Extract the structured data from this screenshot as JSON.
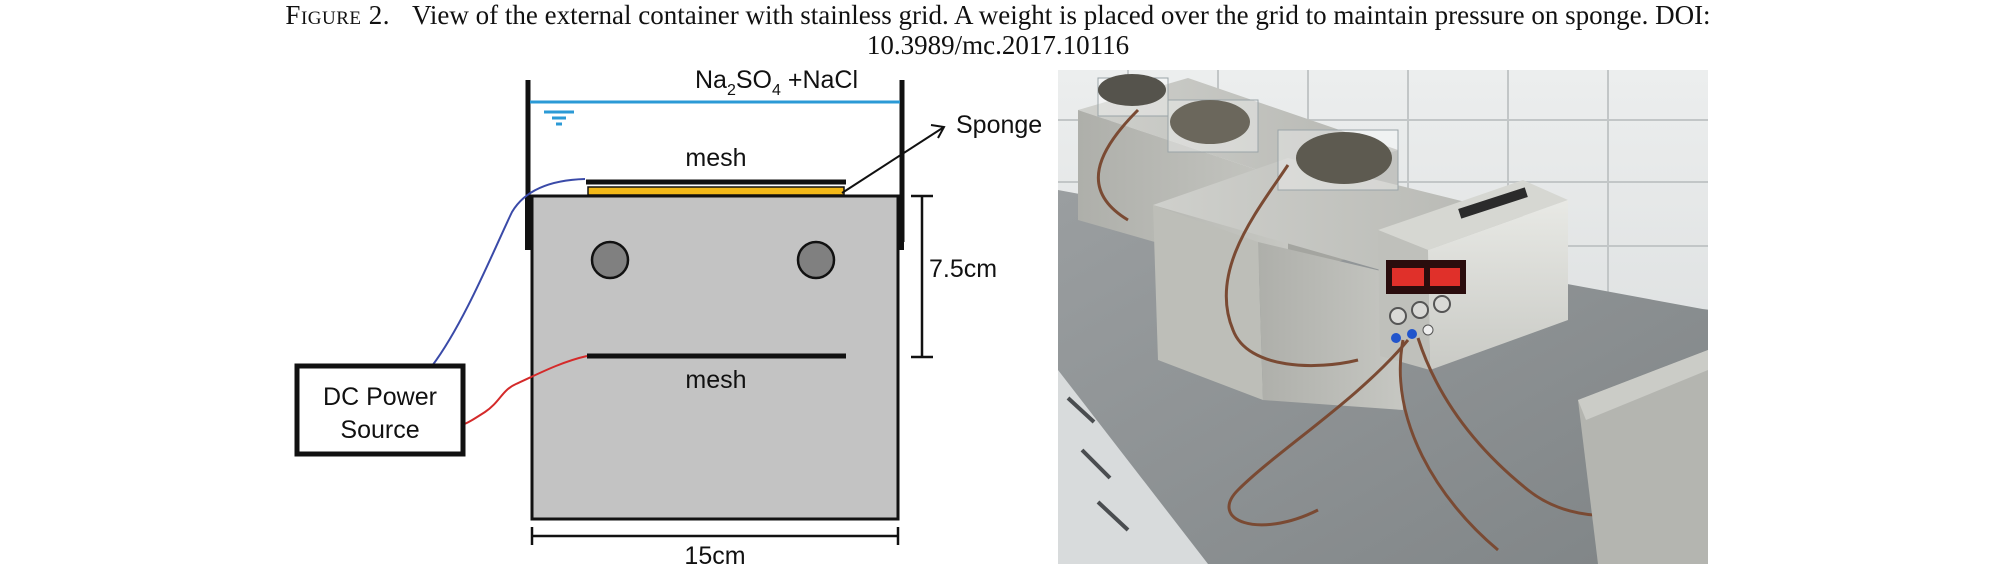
{
  "caption": {
    "label": "Figure 2.",
    "line1": "View of the external container with stainless grid. A weight is placed over the grid to maintain pressure on sponge. DOI:",
    "line2": "10.3989/mc.2017.10116"
  },
  "diagram": {
    "solution": {
      "base": "Na",
      "sub1": "2",
      "mid": "SO",
      "sub2": "4",
      "tail": " +NaCl"
    },
    "sponge_label": "Sponge",
    "mesh_top_label": "mesh",
    "mesh_bottom_label": "mesh",
    "power_label_line1": "DC Power",
    "power_label_line2": "Source",
    "height_label": "7.5cm",
    "width_label": "15cm",
    "colors": {
      "water": "#2b9ad6",
      "sponge": "#f2b818",
      "specimen": "#c3c3c3",
      "rebar": "#808080",
      "wire_positive": "#d42a2a",
      "wire_negative": "#3a4aa8"
    }
  }
}
